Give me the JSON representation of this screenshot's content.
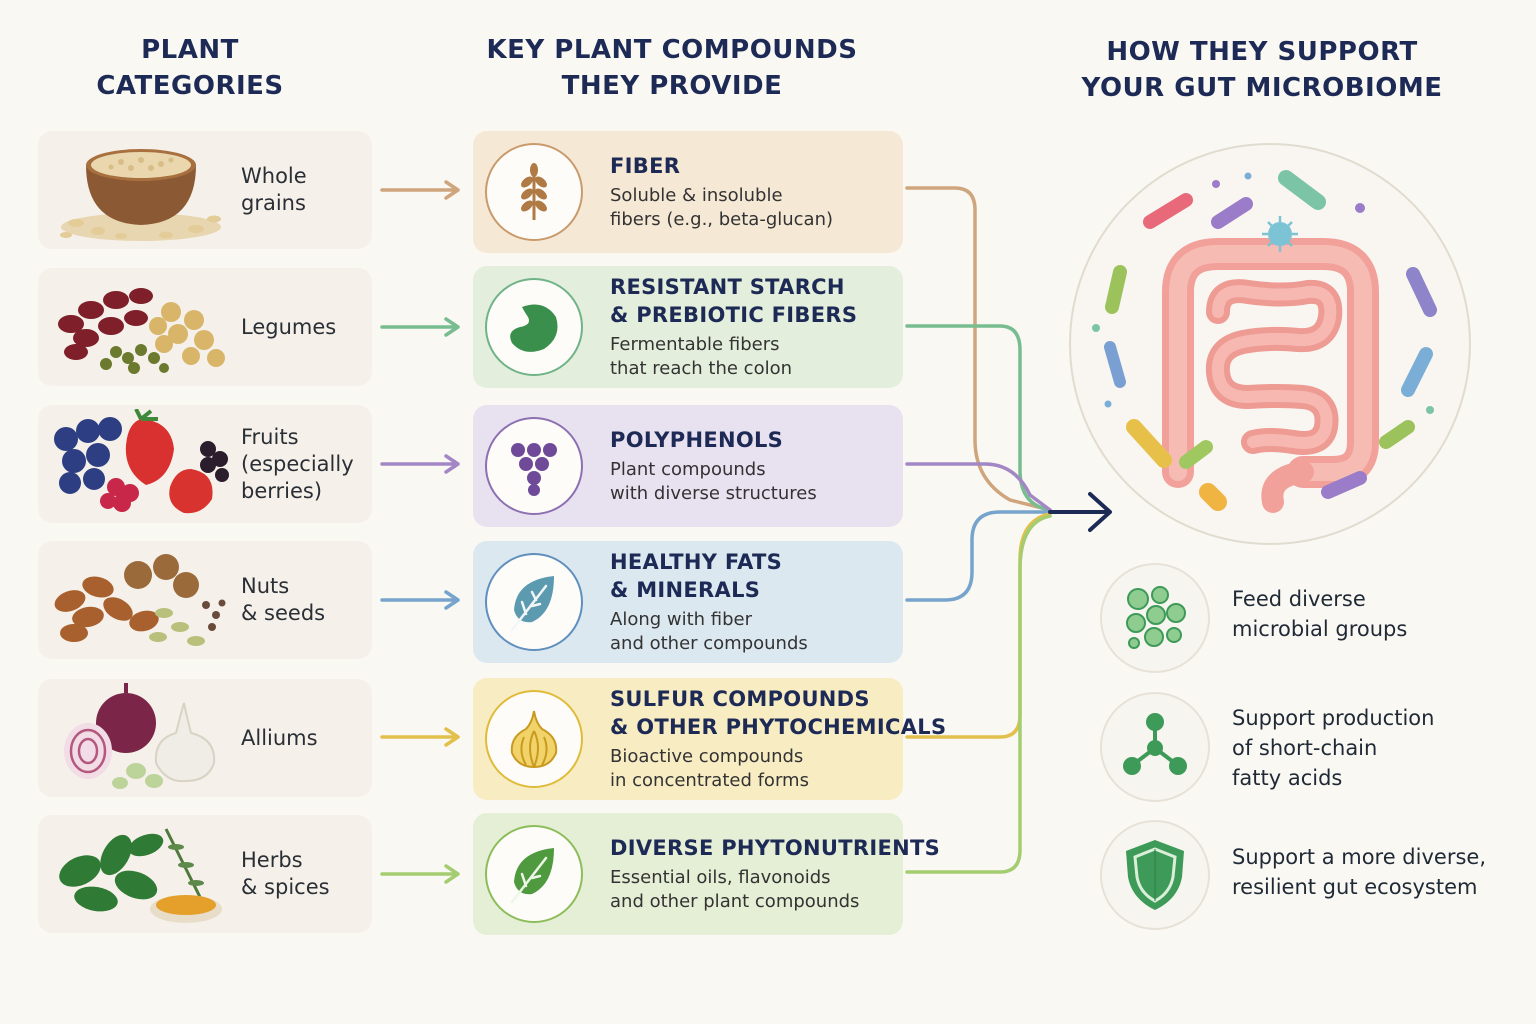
{
  "headers": {
    "categories": [
      "PLANT",
      "CATEGORIES"
    ],
    "compounds": [
      "KEY PLANT COMPOUNDS",
      "THEY PROVIDE"
    ],
    "support": [
      "HOW THEY SUPPORT",
      "YOUR GUT MICROBIOME"
    ]
  },
  "categories": [
    {
      "lines": [
        "Whole",
        "grains"
      ],
      "icon": "oat-bowl-image"
    },
    {
      "lines": [
        "Legumes"
      ],
      "icon": "beans-image"
    },
    {
      "lines": [
        "Fruits",
        "(especially",
        "berries)"
      ],
      "icon": "berries-image"
    },
    {
      "lines": [
        "Nuts",
        "& seeds"
      ],
      "icon": "nuts-image"
    },
    {
      "lines": [
        "Alliums"
      ],
      "icon": "onion-garlic-image"
    },
    {
      "lines": [
        "Herbs",
        "& spices"
      ],
      "icon": "herbs-spices-image"
    }
  ],
  "compounds": [
    {
      "title": [
        "FIBER"
      ],
      "desc": [
        "Soluble & insoluble",
        "fibers (e.g., beta-glucan)"
      ],
      "icon": "wheat-icon",
      "bg": "#f5e8d5",
      "color": "#c99a6b"
    },
    {
      "title": [
        "RESISTANT STARCH",
        "& PREBIOTIC FIBERS"
      ],
      "desc": [
        "Fermentable fibers",
        "that reach the colon"
      ],
      "icon": "bean-icon",
      "bg": "#e3eedc",
      "color": "#6fb387"
    },
    {
      "title": [
        "POLYPHENOLS"
      ],
      "desc": [
        "Plant compounds",
        "with diverse structures"
      ],
      "icon": "grapes-icon",
      "bg": "#e8e1ef",
      "color": "#8c70b1"
    },
    {
      "title": [
        "HEALTHY FATS",
        "& MINERALS"
      ],
      "desc": [
        "Along with fiber",
        "and other compounds"
      ],
      "icon": "leaf-icon",
      "bg": "#dce8f0",
      "color": "#5f8fbc"
    },
    {
      "title": [
        "SULFUR COMPOUNDS",
        "& OTHER PHYTOCHEMICALS"
      ],
      "desc": [
        "Bioactive compounds",
        "in concentrated forms"
      ],
      "icon": "garlic-icon",
      "bg": "#f8ecc3",
      "color": "#e0bb3a"
    },
    {
      "title": [
        "DIVERSE PHYTONUTRIENTS"
      ],
      "desc": [
        "Essential oils, flavonoids",
        "and other plant compounds"
      ],
      "icon": "herb-leaf-icon",
      "bg": "#e5efd6",
      "color": "#8dbd5a"
    }
  ],
  "benefits": [
    {
      "lines": [
        "Feed diverse",
        "microbial groups"
      ],
      "icon": "microbes-icon"
    },
    {
      "lines": [
        "Support production",
        "of short-chain",
        "fatty acids"
      ],
      "icon": "molecule-icon"
    },
    {
      "lines": [
        "Support a more diverse,",
        "resilient gut ecosystem"
      ],
      "icon": "shield-icon"
    }
  ],
  "colors": {
    "heading": "#1d2a55",
    "main_arrow": "#1d2a55",
    "benefit_green": "#3e9a58"
  }
}
